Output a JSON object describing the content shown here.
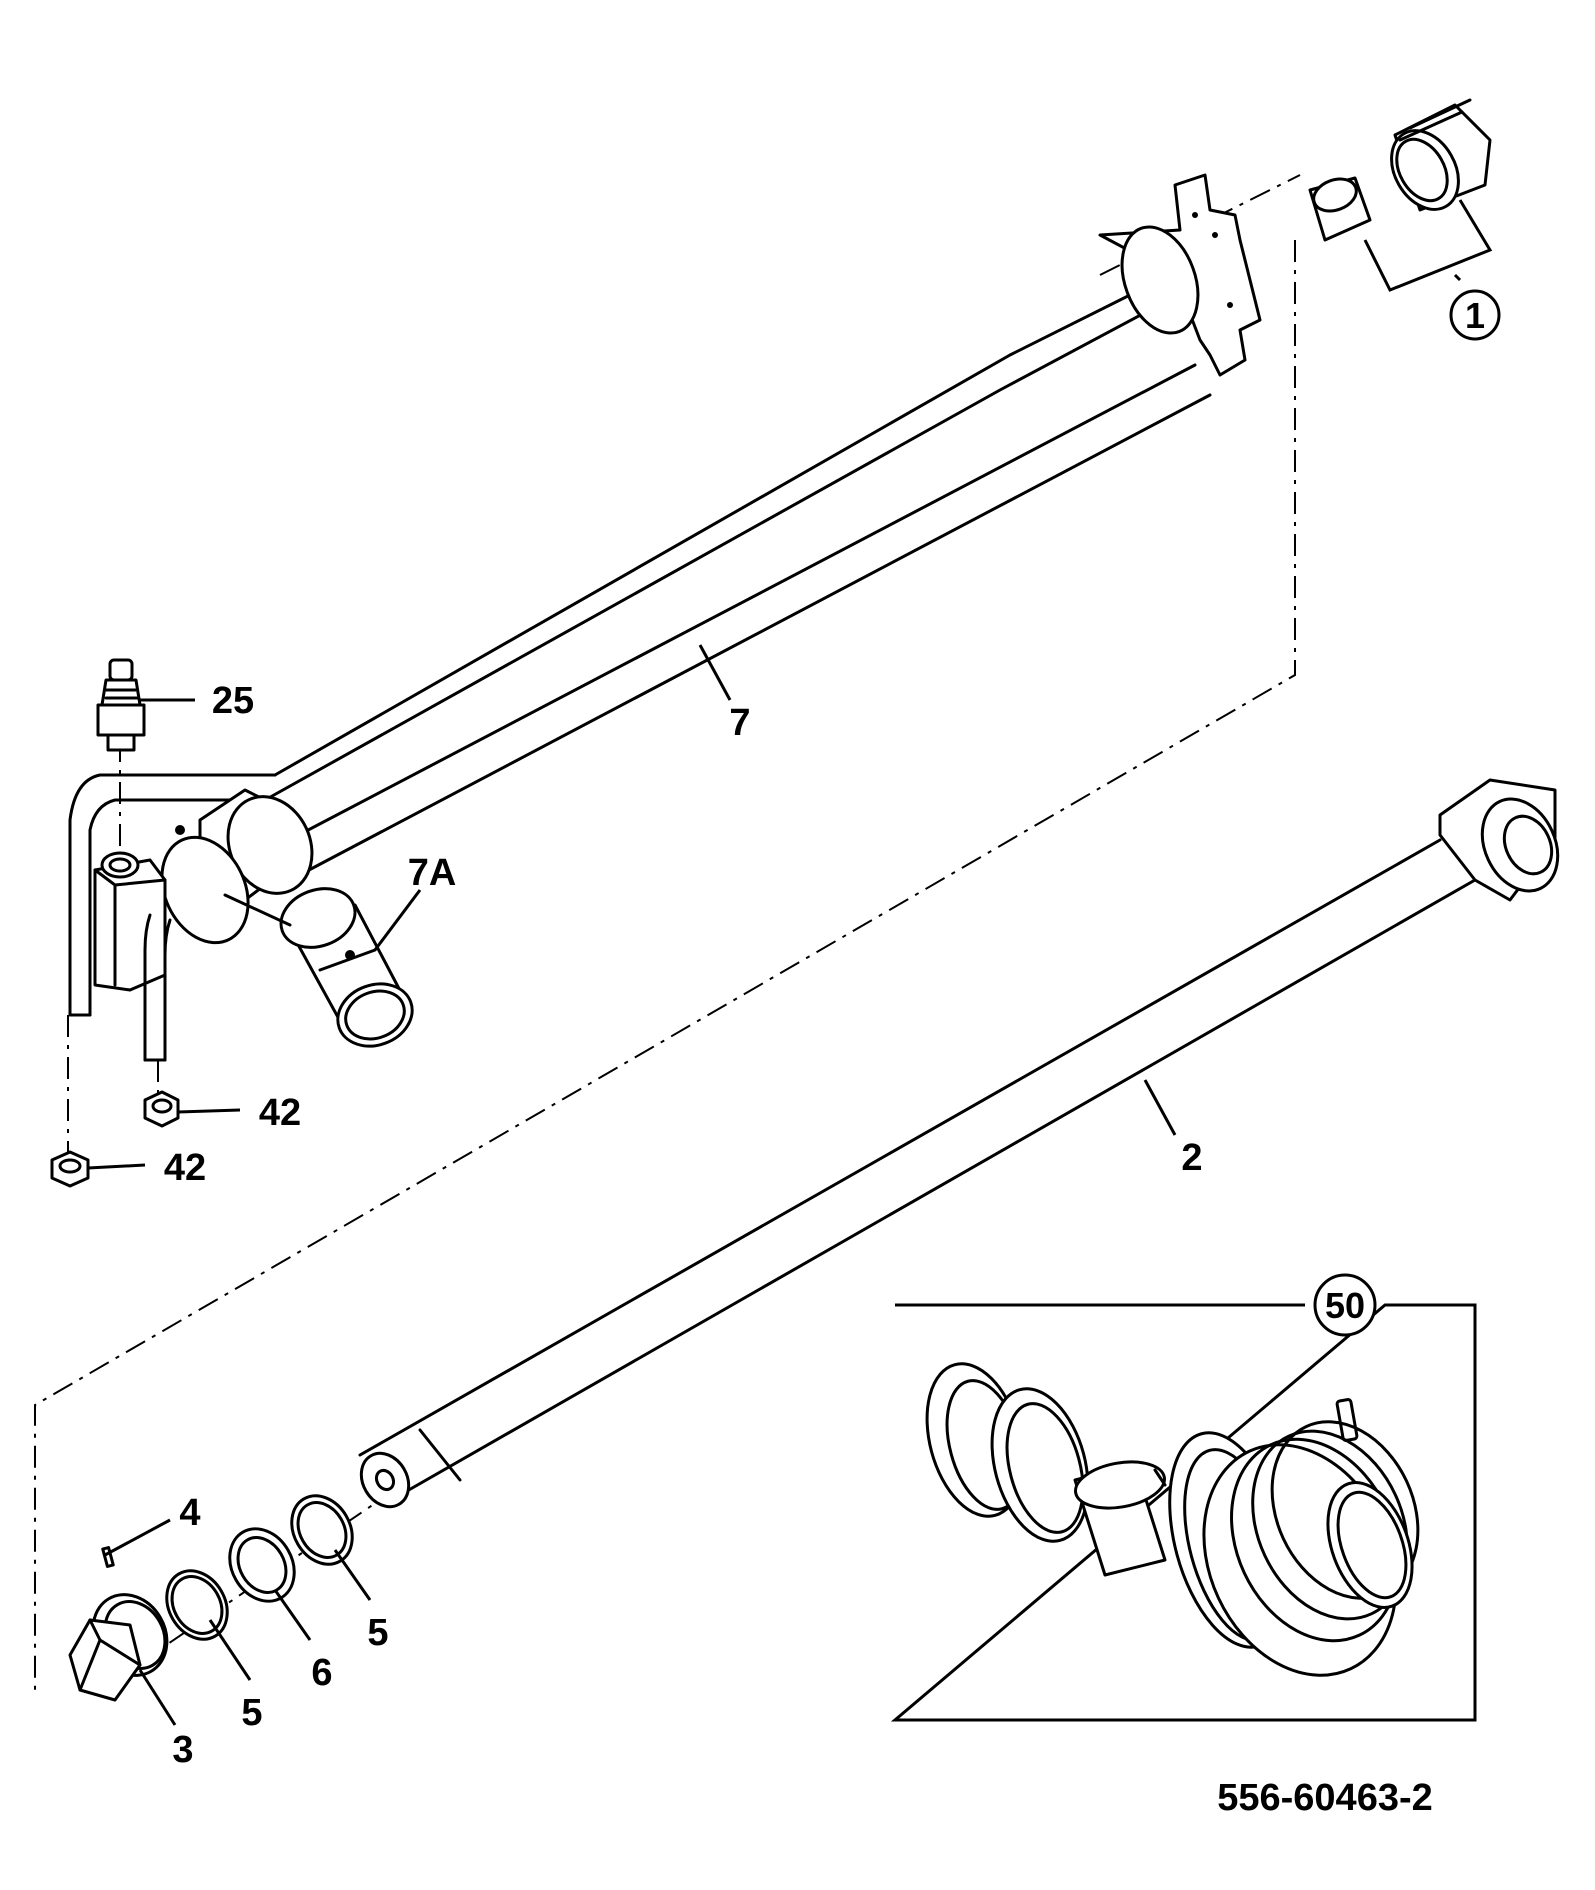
{
  "callouts": [
    {
      "id": "1",
      "label": "1",
      "circled": true
    },
    {
      "id": "2",
      "label": "2"
    },
    {
      "id": "3",
      "label": "3"
    },
    {
      "id": "4",
      "label": "4"
    },
    {
      "id": "5a",
      "label": "5"
    },
    {
      "id": "5b",
      "label": "5"
    },
    {
      "id": "6",
      "label": "6"
    },
    {
      "id": "7",
      "label": "7"
    },
    {
      "id": "7A",
      "label": "7A"
    },
    {
      "id": "25",
      "label": "25"
    },
    {
      "id": "42a",
      "label": "42"
    },
    {
      "id": "42b",
      "label": "42"
    },
    {
      "id": "50",
      "label": "50",
      "circled": true
    }
  ],
  "drawing_number": "556-60463-2"
}
